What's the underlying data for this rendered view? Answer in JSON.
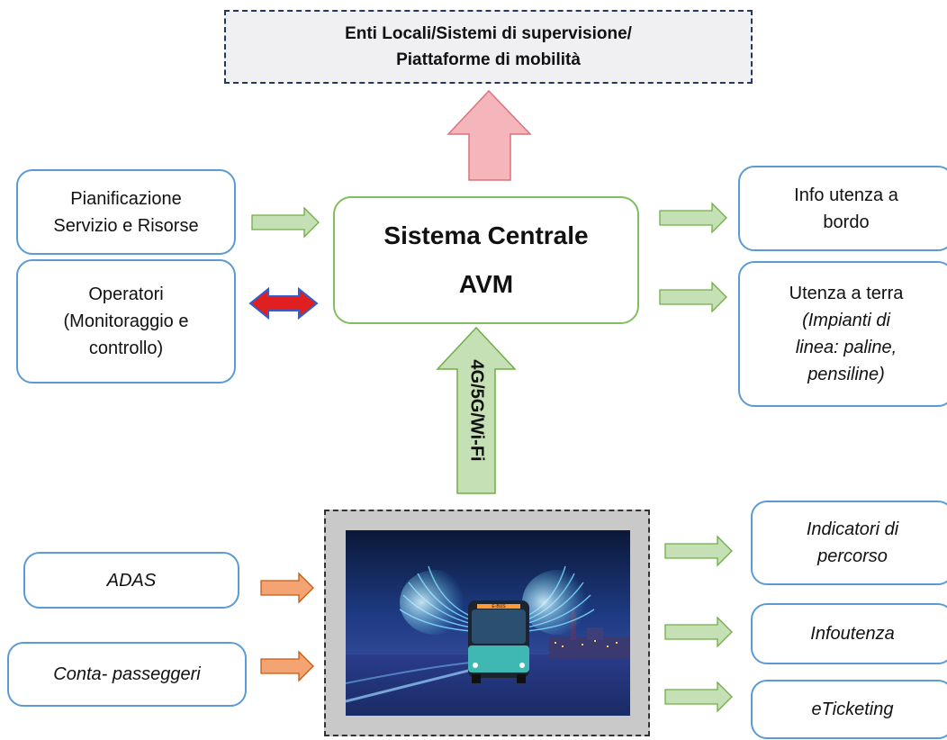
{
  "top_box": {
    "line1": "Enti Locali/Sistemi di supervisione/",
    "line2": "Piattaforme di mobilità"
  },
  "central": {
    "line1": "Sistema Centrale",
    "line2": "AVM"
  },
  "connection_label": "4G/5G/Wi-Fi",
  "left_boxes": {
    "pianificazione": [
      "Pianificazione",
      "Servizio e Risorse"
    ],
    "operatori": [
      "Operatori",
      "(Monitoraggio e",
      "controllo)"
    ],
    "adas": "ADAS",
    "conta_passeggeri": "Conta- passeggeri"
  },
  "right_boxes": {
    "info_bordo": [
      "Info utenza a",
      "bordo"
    ],
    "utenza_terra": [
      "Utenza a terra",
      "(Impianti di",
      "linea: paline,",
      "pensiline)"
    ],
    "indicatori": [
      "Indicatori di",
      "percorso"
    ],
    "infoutenza": "Infoutenza",
    "eticketing": "eTicketing"
  },
  "bus_plate": "E-BUS",
  "colors": {
    "box_border": "#5b9bd5",
    "central_border": "#7fbf5f",
    "green_arrow": "#c5e0b4",
    "green_arrow_stroke": "#70ad47",
    "pink_arrow": "#f4b6bb",
    "orange_arrow": "#f4a473",
    "red_arrow": "#e02020",
    "blue_arrow": "#2f5fd0"
  }
}
